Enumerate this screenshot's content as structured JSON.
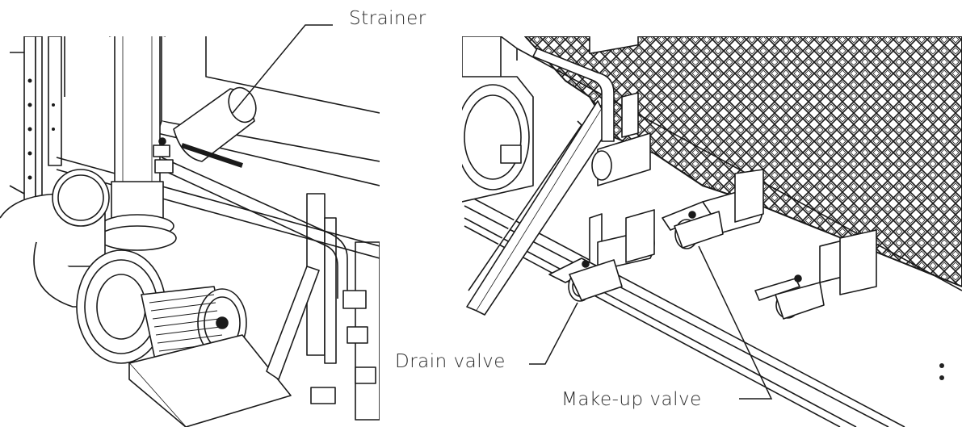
{
  "labels": {
    "strainer": "Strainer",
    "drain_valve": "Drain valve",
    "makeup_valve": "Make-up valve"
  },
  "colors": {
    "background": "#ffffff",
    "line": "#1a1a1a",
    "label_text": "#2b2b2b",
    "panel_bg": "#f4f4f4"
  },
  "icons": {
    "pager": "vertical-ellipsis-icon"
  }
}
